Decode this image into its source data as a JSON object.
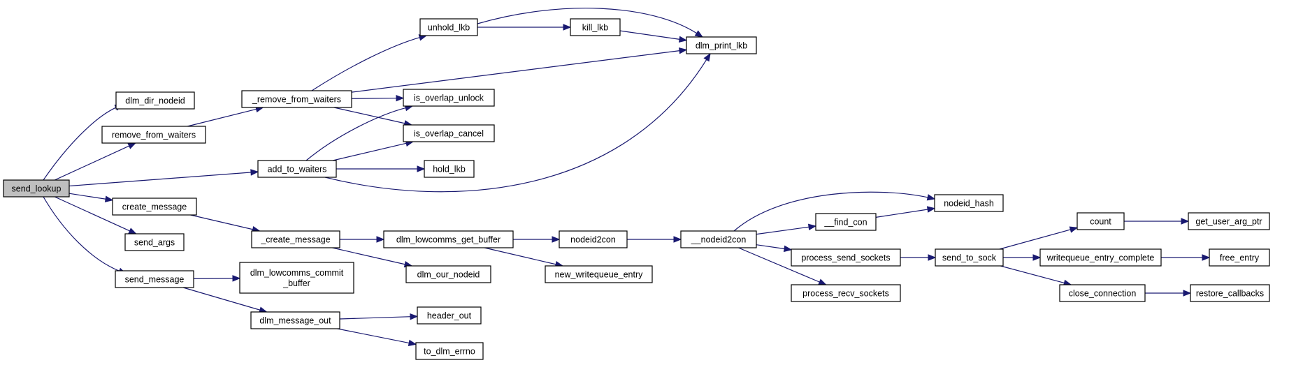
{
  "graph": {
    "type": "call-graph",
    "edge_color": "#191970",
    "root_fill": "#bfbfbf",
    "nodes": [
      {
        "id": "send_lookup",
        "lines": [
          "send_lookup"
        ],
        "root": true
      },
      {
        "id": "dlm_dir_nodeid",
        "lines": [
          "dlm_dir_nodeid"
        ]
      },
      {
        "id": "remove_from_waiters",
        "lines": [
          "remove_from_waiters"
        ]
      },
      {
        "id": "add_to_waiters",
        "lines": [
          "add_to_waiters"
        ]
      },
      {
        "id": "create_message",
        "lines": [
          "create_message"
        ]
      },
      {
        "id": "send_args",
        "lines": [
          "send_args"
        ]
      },
      {
        "id": "send_message",
        "lines": [
          "send_message"
        ]
      },
      {
        "id": "_remove_from_waiters",
        "lines": [
          "_remove_from_waiters"
        ]
      },
      {
        "id": "unhold_lkb",
        "lines": [
          "unhold_lkb"
        ]
      },
      {
        "id": "kill_lkb",
        "lines": [
          "kill_lkb"
        ]
      },
      {
        "id": "dlm_print_lkb",
        "lines": [
          "dlm_print_lkb"
        ]
      },
      {
        "id": "is_overlap_unlock",
        "lines": [
          "is_overlap_unlock"
        ]
      },
      {
        "id": "is_overlap_cancel",
        "lines": [
          "is_overlap_cancel"
        ]
      },
      {
        "id": "hold_lkb",
        "lines": [
          "hold_lkb"
        ]
      },
      {
        "id": "_create_message",
        "lines": [
          "_create_message"
        ]
      },
      {
        "id": "dlm_lowcomms_get_buffer",
        "lines": [
          "dlm_lowcomms_get_buffer"
        ]
      },
      {
        "id": "dlm_our_nodeid",
        "lines": [
          "dlm_our_nodeid"
        ]
      },
      {
        "id": "dlm_lowcomms_commit_buffer",
        "lines": [
          "dlm_lowcomms_commit",
          "_buffer"
        ]
      },
      {
        "id": "dlm_message_out",
        "lines": [
          "dlm_message_out"
        ]
      },
      {
        "id": "header_out",
        "lines": [
          "header_out"
        ]
      },
      {
        "id": "to_dlm_errno",
        "lines": [
          "to_dlm_errno"
        ]
      },
      {
        "id": "nodeid2con",
        "lines": [
          "nodeid2con"
        ]
      },
      {
        "id": "new_writequeue_entry",
        "lines": [
          "new_writequeue_entry"
        ]
      },
      {
        "id": "__nodeid2con",
        "lines": [
          "__nodeid2con"
        ]
      },
      {
        "id": "nodeid_hash",
        "lines": [
          "nodeid_hash"
        ]
      },
      {
        "id": "__find_con",
        "lines": [
          "__find_con"
        ]
      },
      {
        "id": "process_send_sockets",
        "lines": [
          "process_send_sockets"
        ]
      },
      {
        "id": "process_recv_sockets",
        "lines": [
          "process_recv_sockets"
        ]
      },
      {
        "id": "send_to_sock",
        "lines": [
          "send_to_sock"
        ]
      },
      {
        "id": "count",
        "lines": [
          "count"
        ]
      },
      {
        "id": "get_user_arg_ptr",
        "lines": [
          "get_user_arg_ptr"
        ]
      },
      {
        "id": "writequeue_entry_complete",
        "lines": [
          "writequeue_entry_complete"
        ]
      },
      {
        "id": "free_entry",
        "lines": [
          "free_entry"
        ]
      },
      {
        "id": "close_connection",
        "lines": [
          "close_connection"
        ]
      },
      {
        "id": "restore_callbacks",
        "lines": [
          "restore_callbacks"
        ]
      }
    ],
    "edges": [
      [
        "send_lookup",
        "dlm_dir_nodeid"
      ],
      [
        "send_lookup",
        "remove_from_waiters"
      ],
      [
        "send_lookup",
        "add_to_waiters"
      ],
      [
        "send_lookup",
        "create_message"
      ],
      [
        "send_lookup",
        "send_args"
      ],
      [
        "send_lookup",
        "send_message"
      ],
      [
        "remove_from_waiters",
        "_remove_from_waiters"
      ],
      [
        "_remove_from_waiters",
        "unhold_lkb"
      ],
      [
        "_remove_from_waiters",
        "dlm_print_lkb"
      ],
      [
        "_remove_from_waiters",
        "is_overlap_unlock"
      ],
      [
        "_remove_from_waiters",
        "is_overlap_cancel"
      ],
      [
        "unhold_lkb",
        "kill_lkb"
      ],
      [
        "unhold_lkb",
        "dlm_print_lkb"
      ],
      [
        "kill_lkb",
        "dlm_print_lkb"
      ],
      [
        "add_to_waiters",
        "is_overlap_unlock"
      ],
      [
        "add_to_waiters",
        "is_overlap_cancel"
      ],
      [
        "add_to_waiters",
        "hold_lkb"
      ],
      [
        "add_to_waiters",
        "dlm_print_lkb"
      ],
      [
        "create_message",
        "_create_message"
      ],
      [
        "_create_message",
        "dlm_lowcomms_get_buffer"
      ],
      [
        "_create_message",
        "dlm_our_nodeid"
      ],
      [
        "dlm_lowcomms_get_buffer",
        "nodeid2con"
      ],
      [
        "dlm_lowcomms_get_buffer",
        "new_writequeue_entry"
      ],
      [
        "nodeid2con",
        "__nodeid2con"
      ],
      [
        "__nodeid2con",
        "nodeid_hash"
      ],
      [
        "__nodeid2con",
        "__find_con"
      ],
      [
        "__nodeid2con",
        "process_send_sockets"
      ],
      [
        "__nodeid2con",
        "process_recv_sockets"
      ],
      [
        "__find_con",
        "nodeid_hash"
      ],
      [
        "process_send_sockets",
        "send_to_sock"
      ],
      [
        "send_to_sock",
        "count"
      ],
      [
        "send_to_sock",
        "writequeue_entry_complete"
      ],
      [
        "send_to_sock",
        "close_connection"
      ],
      [
        "count",
        "get_user_arg_ptr"
      ],
      [
        "writequeue_entry_complete",
        "free_entry"
      ],
      [
        "close_connection",
        "restore_callbacks"
      ],
      [
        "send_message",
        "dlm_lowcomms_commit_buffer"
      ],
      [
        "send_message",
        "dlm_message_out"
      ],
      [
        "dlm_message_out",
        "header_out"
      ],
      [
        "dlm_message_out",
        "to_dlm_errno"
      ]
    ]
  }
}
